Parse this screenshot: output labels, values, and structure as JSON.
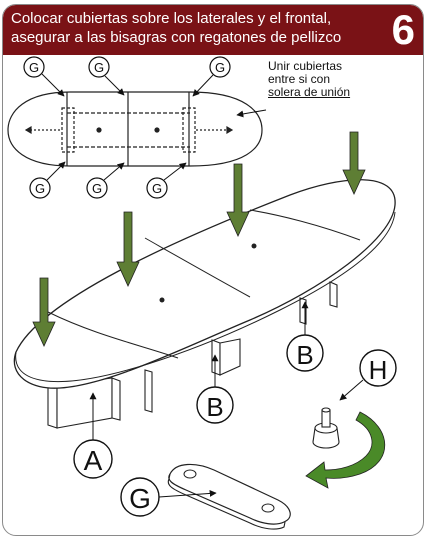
{
  "header": {
    "line1": "Colocar cubiertas sobre los laterales y el frontal,",
    "line2": "asegurar a las bisagras con regatones de pellizco",
    "step": "6",
    "bg_color": "#7a1216"
  },
  "note": {
    "line1": "Unir cubiertas",
    "line2": "entre si con",
    "line3": "solera de unión"
  },
  "labels": {
    "g": "G",
    "a": "A",
    "b": "B",
    "h": "H"
  },
  "colors": {
    "arrow_down": "#5e7e34",
    "arrow_rotate": "#4a8a28"
  }
}
